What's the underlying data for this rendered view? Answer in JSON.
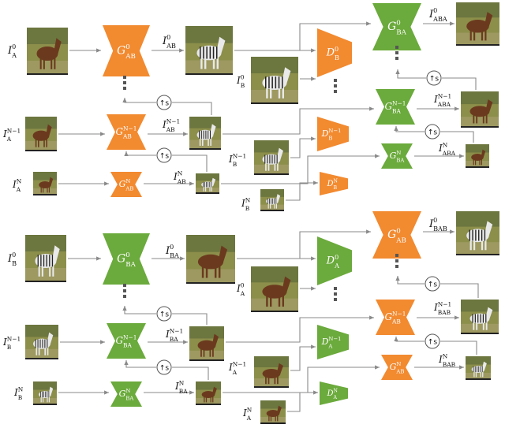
{
  "colors": {
    "generator_ab": "#F28A30",
    "generator_ba": "#6BAA3C",
    "line": "#8A8A8A",
    "horse": "#6B3A1E",
    "zebra": "#E9E9E9",
    "grass": "#8C8F4A"
  },
  "icons": [
    "horse-image",
    "zebra-image",
    "upsample-icon",
    "ellipsis-dots"
  ],
  "upsample_symbol": "↑s",
  "texts": {
    "t_IA0": {
      "base": "I",
      "sub": "A",
      "sup": "0"
    },
    "t_IAN1": {
      "base": "I",
      "sub": "A",
      "sup": "N−1"
    },
    "t_IAN": {
      "base": "I",
      "sub": "A",
      "sup": "N"
    },
    "t_IAB0": {
      "base": "I",
      "sub": "AB",
      "sup": "0"
    },
    "t_IABN1": {
      "base": "I",
      "sub": "AB",
      "sup": "N−1"
    },
    "t_IABN": {
      "base": "I",
      "sub": "AB",
      "sup": "N"
    },
    "t_IB0_top": {
      "base": "I",
      "sub": "B",
      "sup": "0"
    },
    "t_IBN1_top": {
      "base": "I",
      "sub": "B",
      "sup": "N−1"
    },
    "t_IBN_top": {
      "base": "I",
      "sub": "B",
      "sup": "N"
    },
    "t_IABA0": {
      "base": "I",
      "sub": "ABA",
      "sup": "0"
    },
    "t_IABAN1": {
      "base": "I",
      "sub": "ABA",
      "sup": "N−1"
    },
    "t_IABAN": {
      "base": "I",
      "sub": "ABA",
      "sup": "N"
    },
    "t_IB0": {
      "base": "I",
      "sub": "B",
      "sup": "0"
    },
    "t_IBN1": {
      "base": "I",
      "sub": "B",
      "sup": "N−1"
    },
    "t_IBN": {
      "base": "I",
      "sub": "B",
      "sup": "N"
    },
    "t_IBA0": {
      "base": "I",
      "sub": "BA",
      "sup": "0"
    },
    "t_IBAN1": {
      "base": "I",
      "sub": "BA",
      "sup": "N−1"
    },
    "t_IBAN": {
      "base": "I",
      "sub": "BA",
      "sup": "N"
    },
    "t_IA0_bot": {
      "base": "I",
      "sub": "A",
      "sup": "0"
    },
    "t_IAN1_bot": {
      "base": "I",
      "sub": "A",
      "sup": "N−1"
    },
    "t_IAN_bot": {
      "base": "I",
      "sub": "A",
      "sup": "N"
    },
    "t_IBAB0": {
      "base": "I",
      "sub": "BAB",
      "sup": "0"
    },
    "t_IBABN1": {
      "base": "I",
      "sub": "BAB",
      "sup": "N−1"
    },
    "t_IBABN": {
      "base": "I",
      "sub": "BAB",
      "sup": "N"
    },
    "t_GAB0": {
      "base": "G",
      "sub": "AB",
      "sup": "0"
    },
    "t_GABN1": {
      "base": "G",
      "sub": "AB",
      "sup": "N−1"
    },
    "t_GABN": {
      "base": "G",
      "sub": "AB",
      "sup": "N"
    },
    "t_GBA0_top": {
      "base": "G",
      "sub": "BA",
      "sup": "0"
    },
    "t_GBAN1_top": {
      "base": "G",
      "sub": "BA",
      "sup": "N−1"
    },
    "t_GBAN_top": {
      "base": "G",
      "sub": "BA",
      "sup": "N"
    },
    "t_DB0": {
      "base": "D",
      "sub": "B",
      "sup": "0"
    },
    "t_DBN1": {
      "base": "D",
      "sub": "B",
      "sup": "N−1"
    },
    "t_DBN": {
      "base": "D",
      "sub": "B",
      "sup": "N"
    },
    "t_GBA0": {
      "base": "G",
      "sub": "BA",
      "sup": "0"
    },
    "t_GBAN1": {
      "base": "G",
      "sub": "BA",
      "sup": "N−1"
    },
    "t_GBAN": {
      "base": "G",
      "sub": "BA",
      "sup": "N"
    },
    "t_GAB0_bot": {
      "base": "G",
      "sub": "AB",
      "sup": "0"
    },
    "t_GABN1_bot": {
      "base": "G",
      "sub": "AB",
      "sup": "N−1"
    },
    "t_GABN_bot": {
      "base": "G",
      "sub": "AB",
      "sup": "N"
    },
    "t_DA0": {
      "base": "D",
      "sub": "A",
      "sup": "0"
    },
    "t_DAN1": {
      "base": "D",
      "sub": "A",
      "sup": "N−1"
    },
    "t_DAN": {
      "base": "D",
      "sub": "A",
      "sup": "N"
    }
  }
}
